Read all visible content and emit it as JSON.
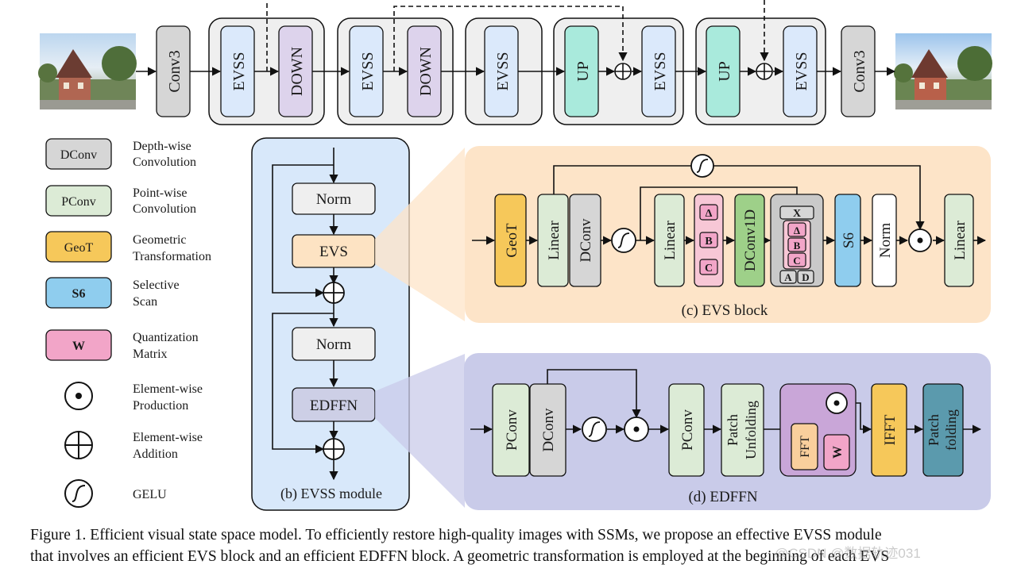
{
  "pipeline": {
    "conv_label": "Conv3",
    "evss_label": "EVSS",
    "down_label": "DOWN",
    "up_label": "UP"
  },
  "legend": [
    {
      "box": "DConv",
      "text": [
        "Depth-wise",
        "Convolution"
      ],
      "color": "#d6d6d6"
    },
    {
      "box": "PConv",
      "text": [
        "Point-wise",
        "Convolution"
      ],
      "color": "#dcebd6"
    },
    {
      "box": "GeoT",
      "text": [
        "Geometric",
        "Transformation"
      ],
      "color": "#f6c85a"
    },
    {
      "box": "S6",
      "text": [
        "Selective",
        "Scan"
      ],
      "color": "#8fcdee"
    },
    {
      "box": "W",
      "text": [
        "Quantization",
        "Matrix"
      ],
      "color": "#f2a5c8"
    },
    {
      "symbol": "element-wise-production",
      "text": [
        "Element-wise",
        "Production"
      ]
    },
    {
      "symbol": "element-wise-addition",
      "text": [
        "Element-wise",
        "Addition"
      ]
    },
    {
      "symbol": "gelu",
      "text": [
        "GELU"
      ]
    }
  ],
  "evss_module": {
    "norm1": "Norm",
    "evs": "EVS",
    "norm2": "Norm",
    "edffn": "EDFFN",
    "caption": "(b) EVSS module"
  },
  "evs_block": {
    "geot": "GeoT",
    "linear1": "Linear",
    "dconv": "DConv",
    "linear2": "Linear",
    "delta": "Δ",
    "b": "B",
    "c": "C",
    "dconv1d": "DConv1D",
    "x": "X",
    "a": "A",
    "d": "D",
    "s6": "S6",
    "norm": "Norm",
    "linear3": "Linear",
    "caption": "(c) EVS block"
  },
  "edffn": {
    "pconv1": "PConv",
    "dconv": "DConv",
    "pconv2": "PConv",
    "patch_unfolding": [
      "Patch",
      "Unfolding"
    ],
    "fft": "FFT",
    "w": "W",
    "ifft": "IFFT",
    "patch_folding": [
      "Patch",
      "folding"
    ],
    "caption": "(d) EDFFN"
  },
  "figure_caption": {
    "line1": "Figure 1. Efficient visual state space model. To efficiently restore high-quality images with SSMs, we propose an effective EVSS module",
    "line2": "that involves an efficient EVS block and an efficient EDFFN block. A geometric transformation is employed at the beginning of each EVS"
  },
  "watermark": "@CSDN @数据轨迹031",
  "colors": {
    "gray": "#d6d6d6",
    "evss_blue": "#dbe9fb",
    "down_purple": "#ddd3ec",
    "up_teal": "#a9eadc",
    "module_blue": "#d8e8fa",
    "evs_peach": "#fde4c8",
    "edffn_lavender": "#c9cbe9",
    "norm_gray": "#efefef",
    "evs_orange": "#fde3c3",
    "edffn_purple": "#cdcfe6",
    "geot_yellow": "#f6c85a",
    "green": "#dcebd6",
    "pink": "#f2a5c8",
    "s6_blue": "#8fcdee",
    "fft_orange": "#f9cf9c",
    "purple_box": "#c9a6d8",
    "patch_fold": "#5b9aad"
  }
}
